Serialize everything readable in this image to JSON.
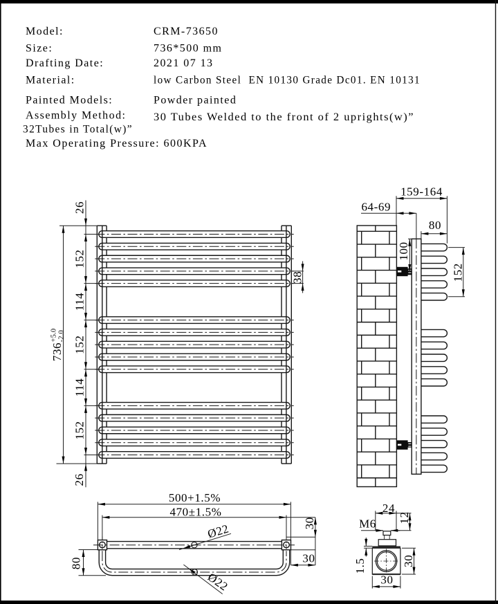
{
  "document": {
    "type": "engineering drawing",
    "product": "towel radiator",
    "background": "#ffffff",
    "line_color": "#1a1a1a",
    "border_color": "#000000"
  },
  "spec": {
    "rows": [
      {
        "label": "Model:",
        "value": "CRM-73650"
      },
      {
        "label": "Size:",
        "value": "736*500 mm"
      },
      {
        "label": "Drafting Date:",
        "value": "2021 07 13"
      },
      {
        "label": "Material:",
        "value": "low Carbon Steel  EN 10130 Grade Dc01. EN 10131"
      },
      {
        "label": "Painted Models:",
        "value": "Powder painted"
      },
      {
        "label": "Assembly Method:",
        "value": "30 Tubes Welded to the front of 2 uprights(w)”"
      },
      {
        "label": "32Tubes in Total(w)”",
        "value": ""
      },
      {
        "label": "Max Operating Pressure: 600KPA",
        "value": ""
      }
    ]
  },
  "front_view": {
    "chain_dims": [
      "26",
      "152",
      "114",
      "152",
      "114",
      "152",
      "26"
    ],
    "overall_height": "736",
    "overall_tol_plus": "+5.0",
    "overall_tol_minus": "-2.0",
    "tube_pitch": "38"
  },
  "side_view": {
    "wall_to_tube_face": "159-164",
    "wall_to_upright": "64-69",
    "tube_depth": "80",
    "top_to_bracket": "100",
    "group_height": "152"
  },
  "plan_view": {
    "overall_width": "500+1.5%",
    "bracket_distance": "470±1.5%",
    "depth": "80",
    "tube_diameter_top": "Ø22",
    "tube_diameter_bottom": "Ø22",
    "offset_top": "30",
    "offset_side": "30"
  },
  "detail_view": {
    "boss_width": "24",
    "boss_height": "12",
    "thread": "M6",
    "plate_thickness": "1.5",
    "square_width": "30",
    "square_height": "30"
  }
}
